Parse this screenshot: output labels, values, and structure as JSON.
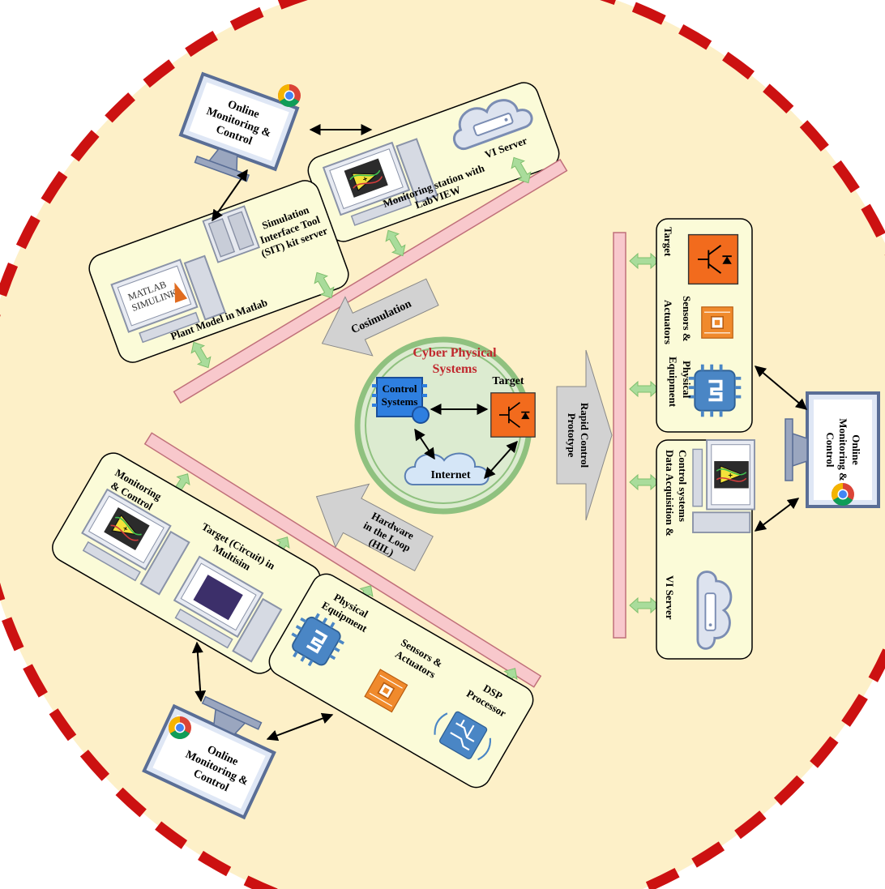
{
  "colors": {
    "background_disc": "#fdf0c8",
    "dashed_border": "#cc1111",
    "panel_fill": "#fbfbd8",
    "bus_fill": "#f8c8cc",
    "bus_stroke": "#c0707a",
    "link_arrow": "#a9dc9b",
    "cps_ring": "#8fc17f",
    "cps_fill": "#dcebd0",
    "cps_title": "#c0272d",
    "chip_blue": "#4a86c5",
    "target_orange": "#f26b1d",
    "grey_arrow": "#c8c8c8"
  },
  "center": {
    "title_line1": "Cyber Physical",
    "title_line2": "Systems",
    "control_line1": "Control",
    "control_line2": "Systems",
    "target": "Target",
    "internet": "Internet"
  },
  "arrows": {
    "cosimulation": "Cosimulation",
    "rcp_line1": "Rapid Control",
    "rcp_line2": "Prototype",
    "hil_line1": "Hardware",
    "hil_line2": "in the Loop",
    "hil_line3": "(HIL)"
  },
  "top_group": {
    "online_line1": "Online",
    "online_line2": "Monitoring &",
    "online_line3": "Control",
    "vi_server": "VI Server",
    "monitoring_line1": "Monitoring station with",
    "monitoring_line2": "LabVIEW",
    "sit_line1": "Simulation",
    "sit_line2": "Interface Tool",
    "sit_line3": "(SIT) kit server",
    "plant_label": "Plant Model in Matlab",
    "matlab_logo": "MATLAB",
    "simulink_logo": "SIMULINK"
  },
  "right_group": {
    "target_actuators_line1": "Target",
    "target_actuators_line2": "Actuators",
    "sensors_line1": "Sensors &",
    "sensors_line2": "Equipment",
    "physical_line1": "Physical",
    "daq_line1": "Data Acquisition &",
    "daq_line2": "Control systems",
    "vi_server": "VI Server",
    "online_line1": "Online",
    "online_line2": "Monitoring &",
    "online_line3": "Control"
  },
  "bottom_group": {
    "monitoring_line1": "Monitoring",
    "monitoring_line2": "& Control",
    "target_line1": "Target (Circuit) in",
    "target_line2": "Multisim",
    "physical_line1": "Physical",
    "physical_line2": "Equipment",
    "sensors_line1": "Sensors &",
    "sensors_line2": "Actuators",
    "dsp_line1": "DSP",
    "dsp_line2": "Processor",
    "online_line1": "Online",
    "online_line2": "Monitoring &",
    "online_line3": "Control"
  }
}
